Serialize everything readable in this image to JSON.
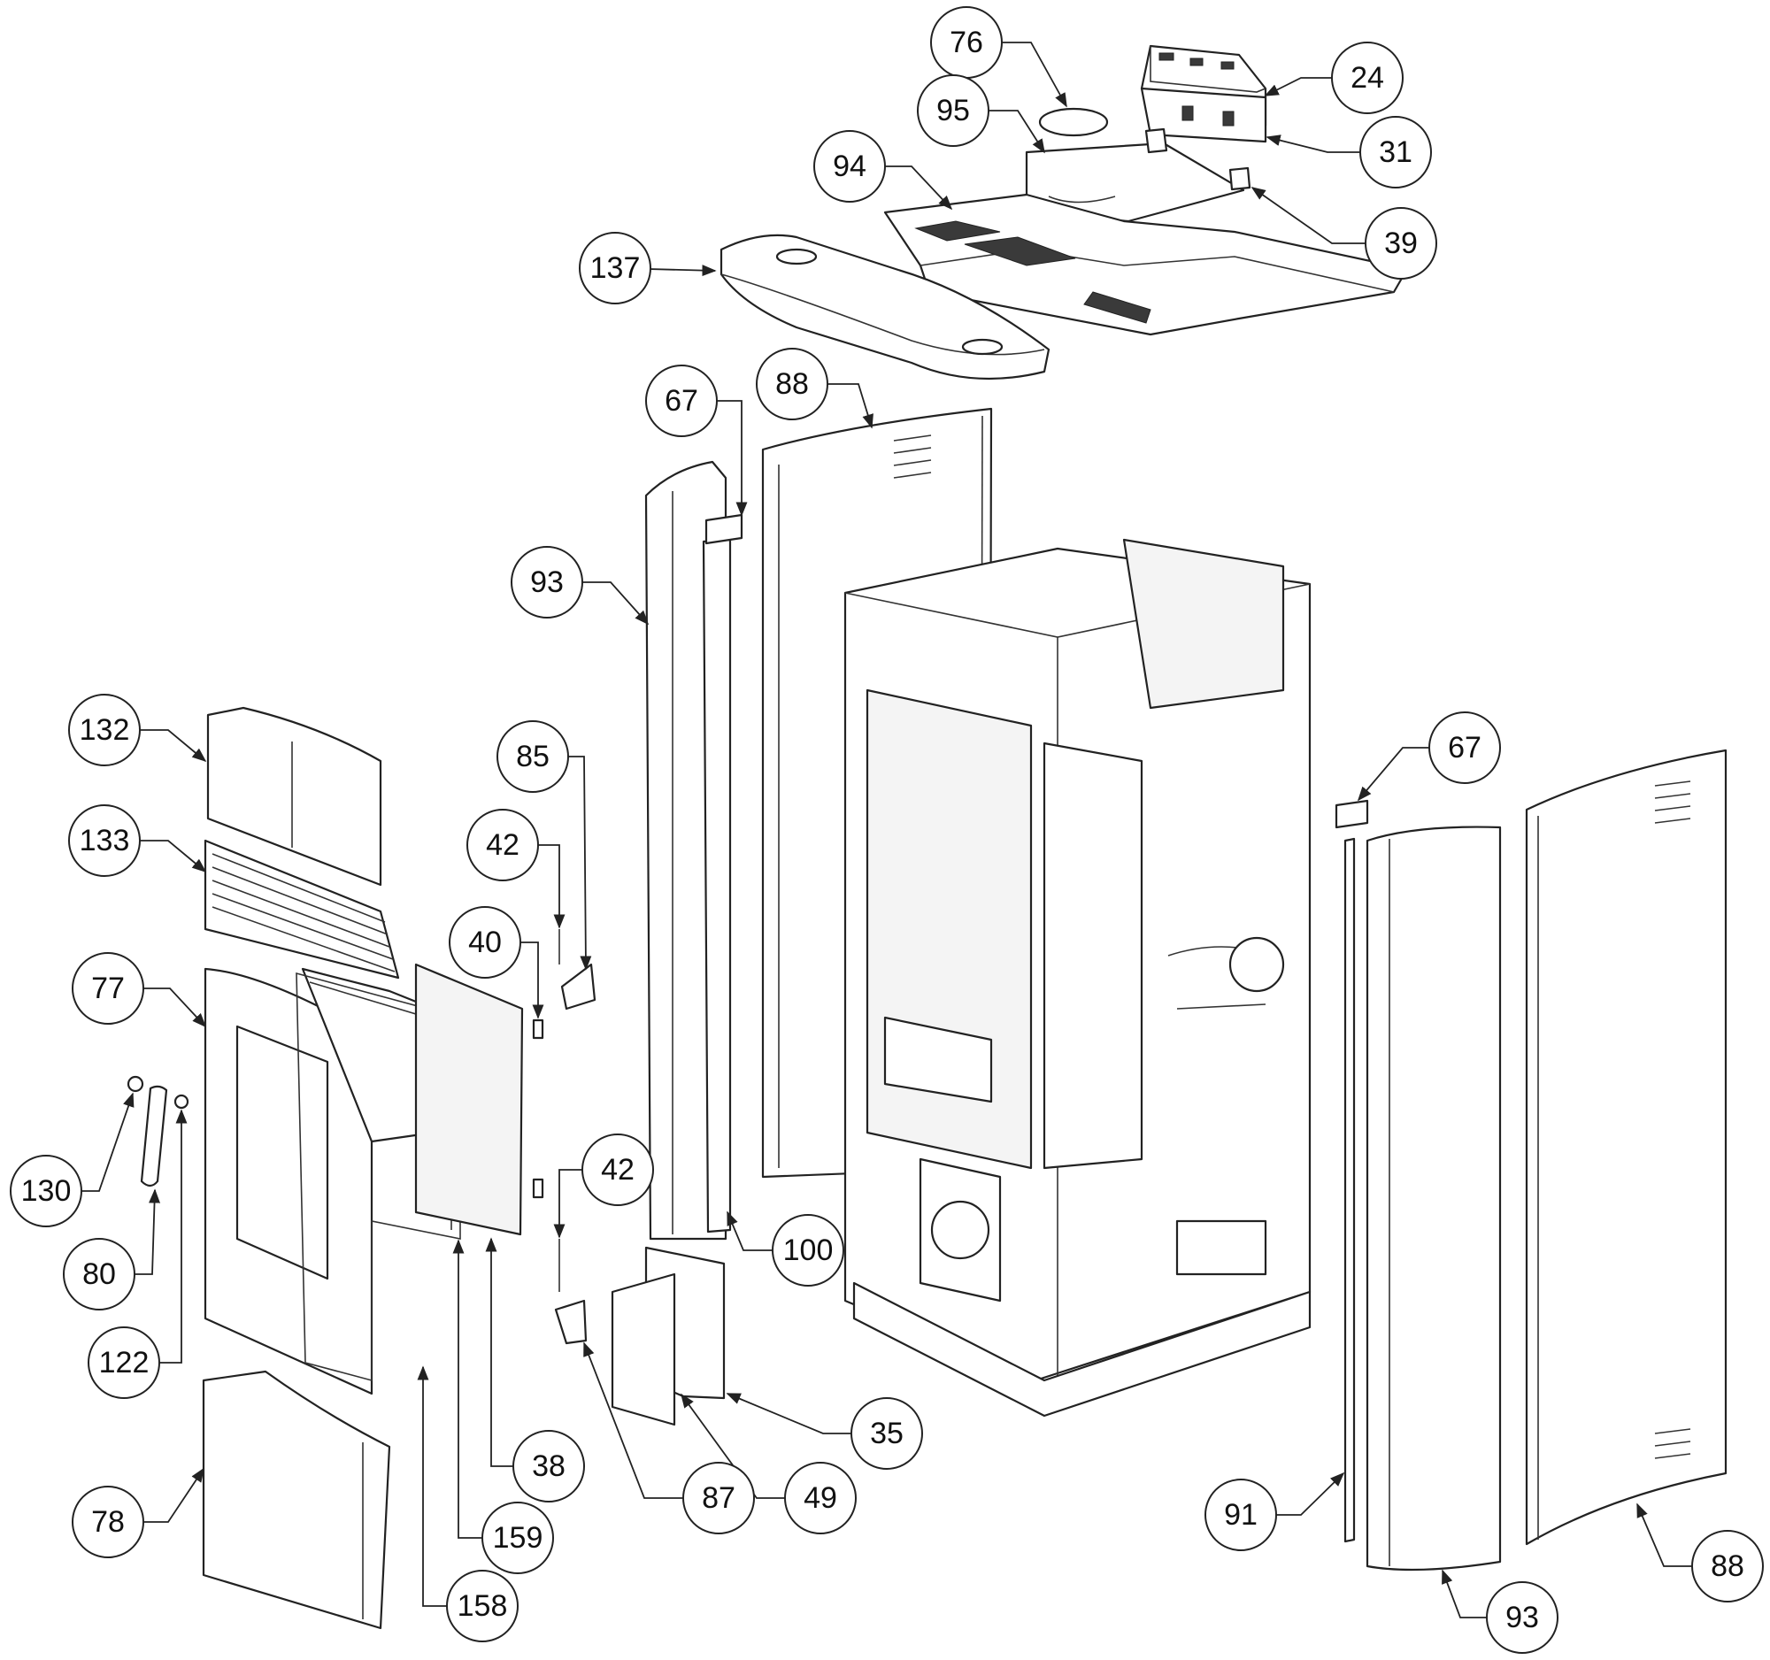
{
  "diagram": {
    "type": "exploded-parts-view",
    "callouts": [
      {
        "id": "c76",
        "label": "76"
      },
      {
        "id": "c24",
        "label": "24"
      },
      {
        "id": "c95",
        "label": "95"
      },
      {
        "id": "c31",
        "label": "31"
      },
      {
        "id": "c94",
        "label": "94"
      },
      {
        "id": "c39",
        "label": "39"
      },
      {
        "id": "c137",
        "label": "137"
      },
      {
        "id": "c67a",
        "label": "67"
      },
      {
        "id": "c88a",
        "label": "88"
      },
      {
        "id": "c93a",
        "label": "93"
      },
      {
        "id": "c132",
        "label": "132"
      },
      {
        "id": "c85",
        "label": "85"
      },
      {
        "id": "c67b",
        "label": "67"
      },
      {
        "id": "c133",
        "label": "133"
      },
      {
        "id": "c42a",
        "label": "42"
      },
      {
        "id": "c40",
        "label": "40"
      },
      {
        "id": "c77",
        "label": "77"
      },
      {
        "id": "c42b",
        "label": "42"
      },
      {
        "id": "c130",
        "label": "130"
      },
      {
        "id": "c100",
        "label": "100"
      },
      {
        "id": "c80",
        "label": "80"
      },
      {
        "id": "c122",
        "label": "122"
      },
      {
        "id": "c35",
        "label": "35"
      },
      {
        "id": "c38",
        "label": "38"
      },
      {
        "id": "c87",
        "label": "87"
      },
      {
        "id": "c49",
        "label": "49"
      },
      {
        "id": "c91",
        "label": "91"
      },
      {
        "id": "c78",
        "label": "78"
      },
      {
        "id": "c159",
        "label": "159"
      },
      {
        "id": "c88b",
        "label": "88"
      },
      {
        "id": "c93b",
        "label": "93"
      },
      {
        "id": "c158",
        "label": "158"
      }
    ]
  }
}
